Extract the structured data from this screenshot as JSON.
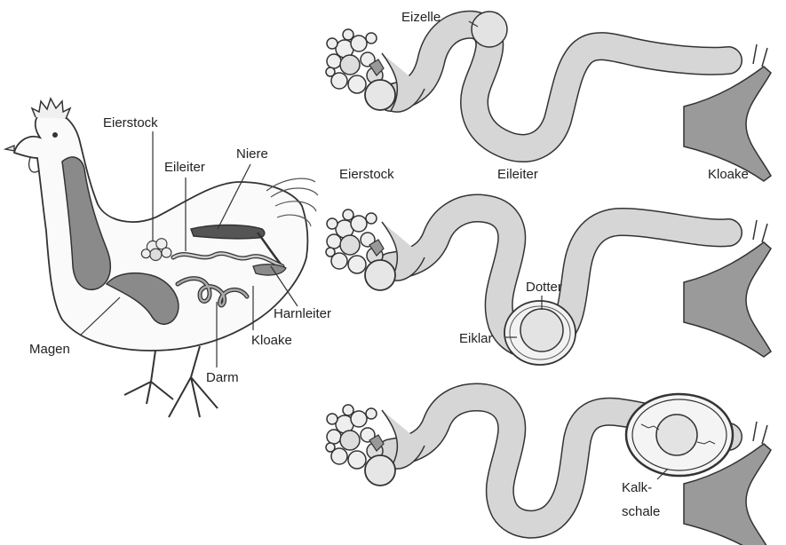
{
  "hen": {
    "labels": {
      "ovary": "Eierstock",
      "oviduct": "Eileiter",
      "kidney": "Niere",
      "ureter": "Harnleiter",
      "stomach": "Magen",
      "cloaca": "Kloake",
      "intestine": "Darm"
    }
  },
  "stages": {
    "stage1": {
      "egg_cell": "Eizelle",
      "ovary": "Eierstock",
      "oviduct": "Eileiter",
      "cloaca": "Kloake"
    },
    "stage2": {
      "yolk": "Dotter",
      "albumen": "Eiklar"
    },
    "stage3": {
      "shell_line1": "Kalk-",
      "shell_line2": "schale"
    }
  },
  "colors": {
    "line": "#333333",
    "tube_fill": "#d6d6d6",
    "organ_dark": "#8a8a8a",
    "cloaca_dark": "#9a9a9a",
    "background": "#ffffff"
  }
}
